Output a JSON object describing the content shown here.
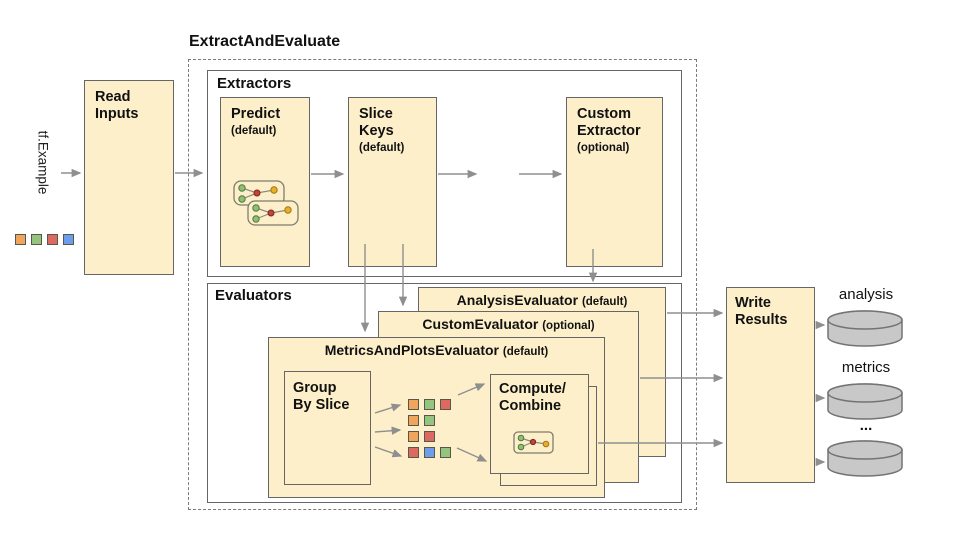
{
  "diagram_title": "ExtractAndEvaluate",
  "source": {
    "label": "tf.Example",
    "legend_squares": [
      "orange",
      "green",
      "red",
      "blue"
    ]
  },
  "read_inputs": {
    "line1": "Read",
    "line2": "Inputs"
  },
  "extractors": {
    "section_label": "Extractors",
    "predict": {
      "title": "Predict",
      "subtitle": "(default)"
    },
    "slice_keys": {
      "line1": "Slice",
      "line2": "Keys",
      "subtitle": "(default)"
    },
    "ellipsis": "...",
    "custom_extractor": {
      "line1": "Custom",
      "line2": "Extractor",
      "subtitle": "(optional)"
    }
  },
  "evaluators": {
    "section_label": "Evaluators",
    "analysis_evaluator": {
      "title": "AnalysisEvaluator",
      "subtitle": "(default)"
    },
    "custom_evaluator": {
      "title": "CustomEvaluator",
      "subtitle": "(optional)"
    },
    "metrics_and_plots_evaluator": {
      "title": "MetricsAndPlotsEvaluator",
      "subtitle": "(default)"
    },
    "group_by_slice": {
      "line1": "Group",
      "line2": "By Slice"
    },
    "slice_rows": [
      [
        "orange",
        "green",
        "red"
      ],
      [
        "orange",
        "green"
      ],
      [
        "orange",
        "red"
      ],
      [
        "red",
        "blue",
        "green"
      ]
    ],
    "compute_combine": {
      "line1": "Compute/",
      "line2": "Combine"
    }
  },
  "write_results": {
    "line1": "Write",
    "line2": "Results"
  },
  "outputs": [
    {
      "label": "analysis"
    },
    {
      "label": "metrics"
    },
    {
      "label": "..."
    }
  ],
  "colors": {
    "box_fill": "#FCEFC9",
    "box_border": "#666666",
    "dashed_border": "#7A7A7A",
    "arrow": "#8F8F8F",
    "orange": "#EFA55C",
    "green": "#94C47D",
    "red": "#DD6A60",
    "blue": "#6D9EEB",
    "square_border": "#57574B",
    "node_green": "#8FBF72",
    "node_red": "#C14538",
    "node_yellow": "#E8AE29",
    "cylinder_fill": "#C8C8C8",
    "cylinder_stroke": "#737373"
  }
}
